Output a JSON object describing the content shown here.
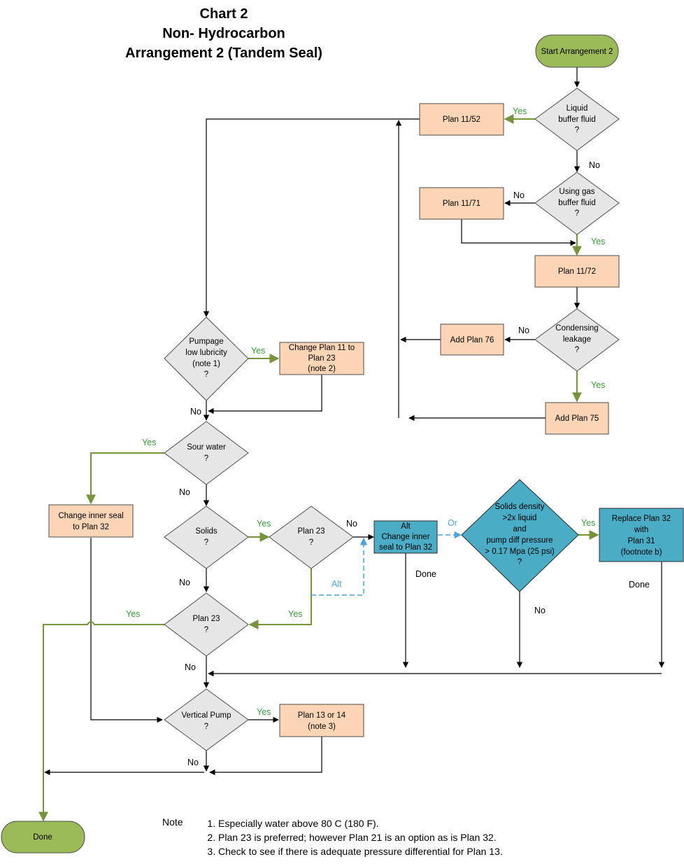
{
  "title": {
    "line1": "Chart 2",
    "line2": "Non- Hydrocarbon",
    "line3": "Arrangement 2  (Tandem Seal)"
  },
  "nodes": {
    "start": "Start Arrangement 2",
    "liquid_buffer": [
      "Liquid",
      "buffer fluid",
      "?"
    ],
    "plan_11_52": "Plan 11/52",
    "gas_buffer": [
      "Using gas",
      "buffer fluid",
      "?"
    ],
    "plan_11_71": "Plan 11/71",
    "plan_11_72": "Plan 11/72",
    "condensing": [
      "Condensing",
      "leakage",
      "?"
    ],
    "add_plan_76": "Add Plan 76",
    "add_plan_75": "Add Plan 75",
    "pumpage": [
      "Pumpage",
      "low lubricity",
      "(note 1)",
      "?"
    ],
    "change_plan_23": [
      "Change Plan 11 to",
      "Plan 23",
      "(note 2)"
    ],
    "sour_water": [
      "Sour water",
      "?"
    ],
    "change_inner_32": [
      "Change inner seal",
      "to Plan 32"
    ],
    "solids": [
      "Solids",
      "?"
    ],
    "plan23_q1": [
      "Plan 23",
      "?"
    ],
    "alt_box": [
      "Alt",
      "Change inner",
      "seal to Plan 32"
    ],
    "solids_density": [
      "Solids density",
      ">2x liquid",
      "and",
      "pump diff pressure",
      "> 0.17 Mpa (25 psi)",
      "?"
    ],
    "replace_32": [
      "Replace Plan 32",
      "with",
      "Plan 31",
      "(footnote b)"
    ],
    "plan23_q2": [
      "Plan 23",
      "?"
    ],
    "vertical_pump": [
      "Vertical Pump",
      "?"
    ],
    "plan_13_14": [
      "Plan 13 or 14",
      "(note 3)"
    ],
    "done": "Done"
  },
  "labels": {
    "yes": "Yes",
    "no": "No",
    "alt": "Alt",
    "or": "Or",
    "done": "Done"
  },
  "notes": {
    "heading": "Note",
    "items": [
      "Especially water above 80 C (180 F).",
      "Plan 23 is preferred; however Plan 21 is an option as is Plan 32.",
      "Check to see if there is adequate pressure differential for Plan 13."
    ]
  },
  "colors": {
    "start_fill": "#9bbb59",
    "process_fill": "#fbd5b5",
    "decision_fill": "#e6e6e6",
    "highlight_fill": "#4bacc6",
    "yes_line": "#77933c",
    "alt_line": "#4fa3d6"
  }
}
